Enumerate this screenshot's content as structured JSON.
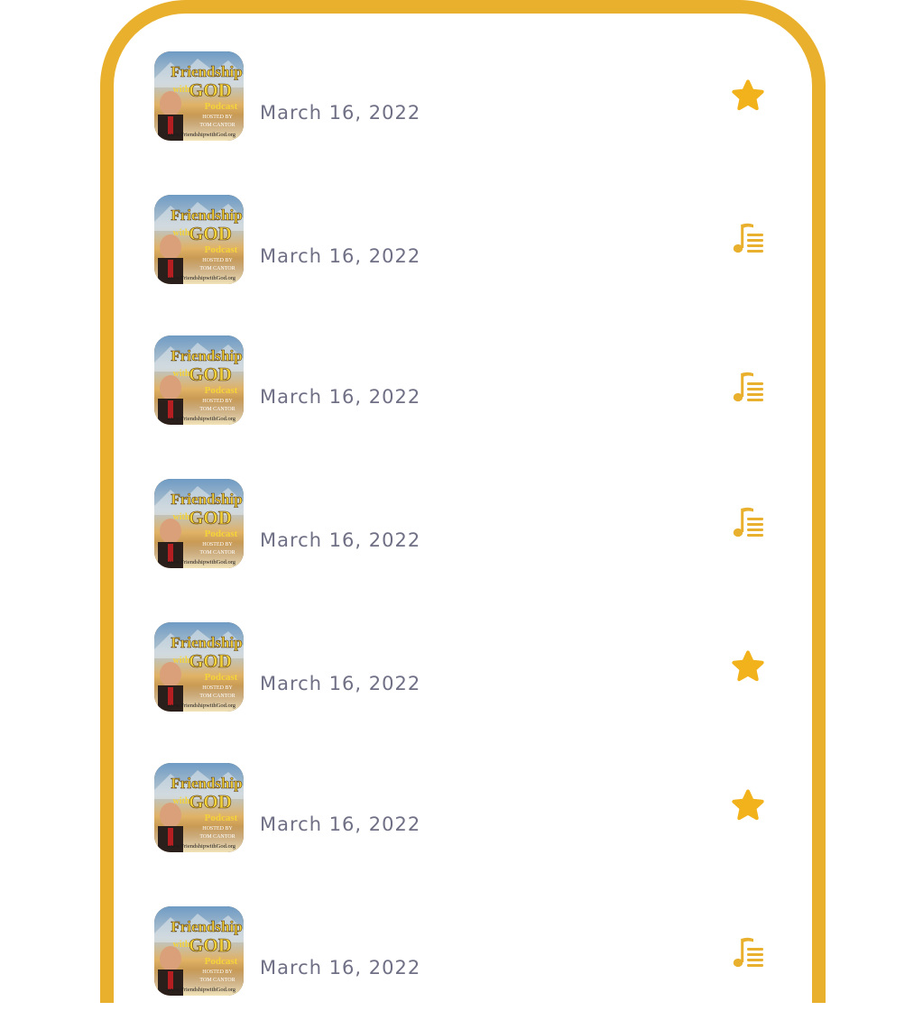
{
  "theme": {
    "accent": "#e9b02d",
    "star_fill": "#f2b21b",
    "date_color": "#6f6f85"
  },
  "artwork": {
    "line1": "Friendship",
    "line2": "with",
    "line3": "GOD",
    "line4": "Podcast",
    "line5": "HOSTED BY",
    "line6": "TOM CANTOR",
    "line7": "www.FriendshipwithGod.org"
  },
  "episodes": [
    {
      "date": "March 16, 2022",
      "action_icon": "star-icon"
    },
    {
      "date": "March 16, 2022",
      "action_icon": "music-playlist-icon"
    },
    {
      "date": "March 16, 2022",
      "action_icon": "music-playlist-icon"
    },
    {
      "date": "March 16, 2022",
      "action_icon": "music-playlist-icon"
    },
    {
      "date": "March 16, 2022",
      "action_icon": "star-icon"
    },
    {
      "date": "March 16, 2022",
      "action_icon": "star-icon"
    },
    {
      "date": "March 16, 2022",
      "action_icon": "music-playlist-icon"
    }
  ]
}
